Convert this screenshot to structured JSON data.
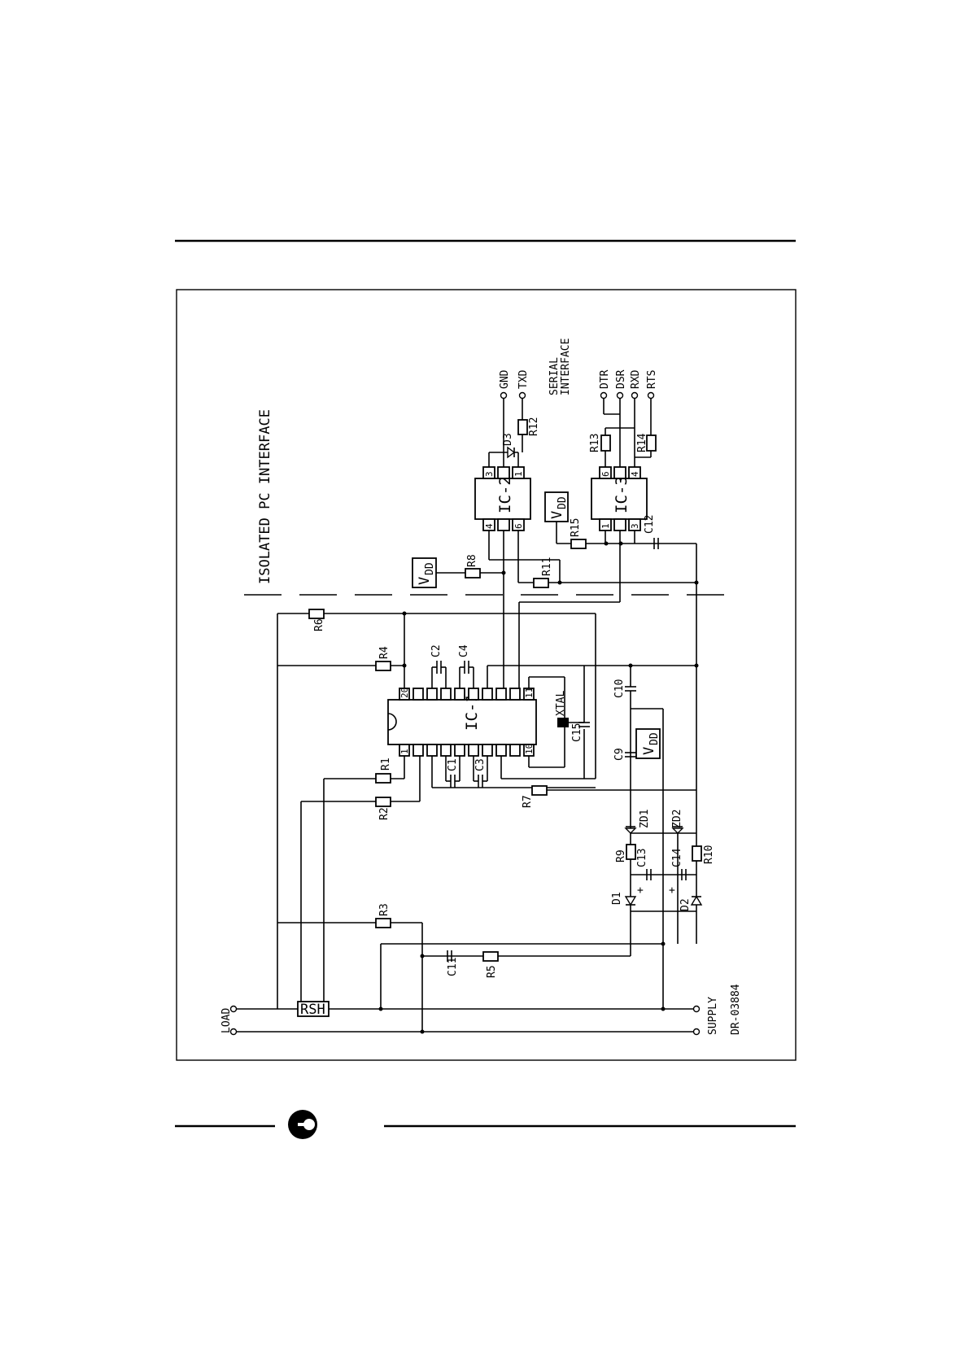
{
  "diagram_id": "DR-03884",
  "section_title": "ISOLATED PC INTERFACE",
  "serial_interface_label": "SERIAL INTERFACE",
  "terminals": {
    "load": "LOAD",
    "supply": "SUPPLY",
    "gnd": "GND",
    "txd": "TXD",
    "dtr": "DTR",
    "dsr": "DSR",
    "rxd": "RXD",
    "rts": "RTS"
  },
  "ics": {
    "ic1": "IC-1",
    "ic2": "IC-2",
    "ic3": "IC-3"
  },
  "supply_boxes": {
    "vdd": "V",
    "vdd_sub": "DD"
  },
  "resistors": {
    "r1": "R1",
    "r2": "R2",
    "r3": "R3",
    "r4": "R4",
    "r5": "R5",
    "r6": "R6",
    "r7": "R7",
    "r8": "R8",
    "r9": "R9",
    "r10": "R10",
    "r11": "R11",
    "r12": "R12",
    "r13": "R13",
    "r14": "R14",
    "r15": "R15",
    "rsh": "RSH"
  },
  "capacitors": {
    "c1": "C1",
    "c2": "C2",
    "c3": "C3",
    "c4": "C4",
    "c9": "C9",
    "c10": "C10",
    "c11": "C11",
    "c12": "C12",
    "c13": "C13",
    "c14": "C14",
    "c15": "C15"
  },
  "diodes": {
    "d1": "D1",
    "d2": "D2",
    "d3": "D3",
    "zd1": "ZD1",
    "zd2": "ZD2"
  },
  "crystal": "XTAL",
  "pins": {
    "ic1_first": "1",
    "ic1_last_top": "20",
    "ic1_pin10": "10",
    "ic1_pin11": "11",
    "ic2_pin1": "1",
    "ic2_pin3": "3",
    "ic2_pin4": "4",
    "ic2_pin6": "6",
    "ic3_pin1": "1",
    "ic3_pin3": "3",
    "ic3_pin4": "4",
    "ic3_pin6": "6"
  },
  "polarity_plus": "+"
}
